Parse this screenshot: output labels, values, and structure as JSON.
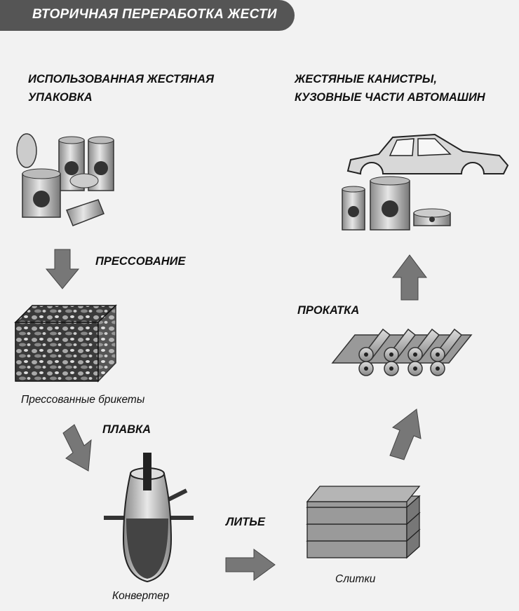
{
  "title": "ВТОРИЧНАЯ ПЕРЕРАБОТКА ЖЕСТИ",
  "used_packaging": [
    "ИСПОЛЬЗОВАННАЯ ЖЕСТЯНАЯ",
    "УПАКОВКА"
  ],
  "products": [
    "ЖЕСТЯНЫЕ КАНИСТРЫ,",
    "КУЗОВНЫЕ ЧАСТИ АВТОМАШИН"
  ],
  "steps": {
    "pressing": "ПРЕССОВАНИЕ",
    "melting": "ПЛАВКА",
    "casting": "ЛИТЬЕ",
    "rolling": "ПРОКАТКА"
  },
  "items": {
    "briquettes": "Прессованные брикеты",
    "converter": "Конвертер",
    "ingots": "Слитки"
  },
  "colors": {
    "title_bg": "#555555",
    "arrow": "#777777",
    "metal_dark": "#444444"
  }
}
